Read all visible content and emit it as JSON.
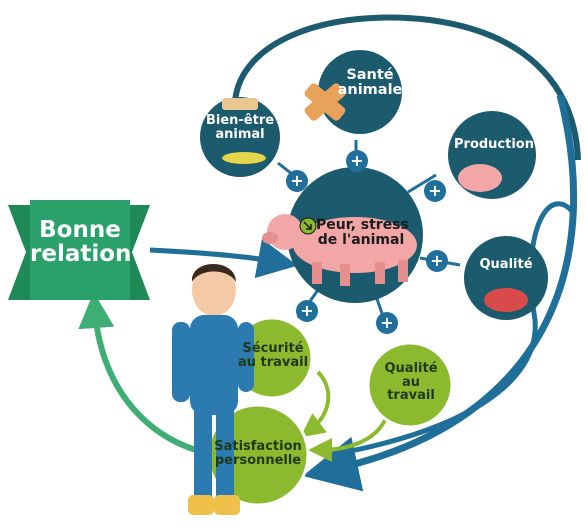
{
  "banner": {
    "line1": "Bonne",
    "line2": "relation"
  },
  "center": {
    "line1": "Peur, stress",
    "line2": "de l'animal"
  },
  "nodes": {
    "bien_etre": {
      "line1": "Bien-être",
      "line2": "animal"
    },
    "sante": {
      "line1": "Santé",
      "line2": "animale"
    },
    "production": {
      "label": "Production"
    },
    "qualite": {
      "label": "Qualité"
    },
    "securite": {
      "line1": "Sécurité",
      "line2": "au travail"
    },
    "qualite_travail": {
      "line1": "Qualité",
      "line2": "au",
      "line3": "travail"
    },
    "satisfaction": {
      "line1": "Satisfaction",
      "line2": "personnelle"
    }
  },
  "plus_sign": "+",
  "colors": {
    "teal_dark": "#1c5a6e",
    "teal": "#2a7a8e",
    "green_banner": "#2aa06a",
    "lime": "#8cba2f",
    "lime_border": "#ffffff",
    "pig_pink": "#f2a6a6",
    "blue_arrow": "#1f6f9a",
    "green_arrow": "#3fae74"
  }
}
